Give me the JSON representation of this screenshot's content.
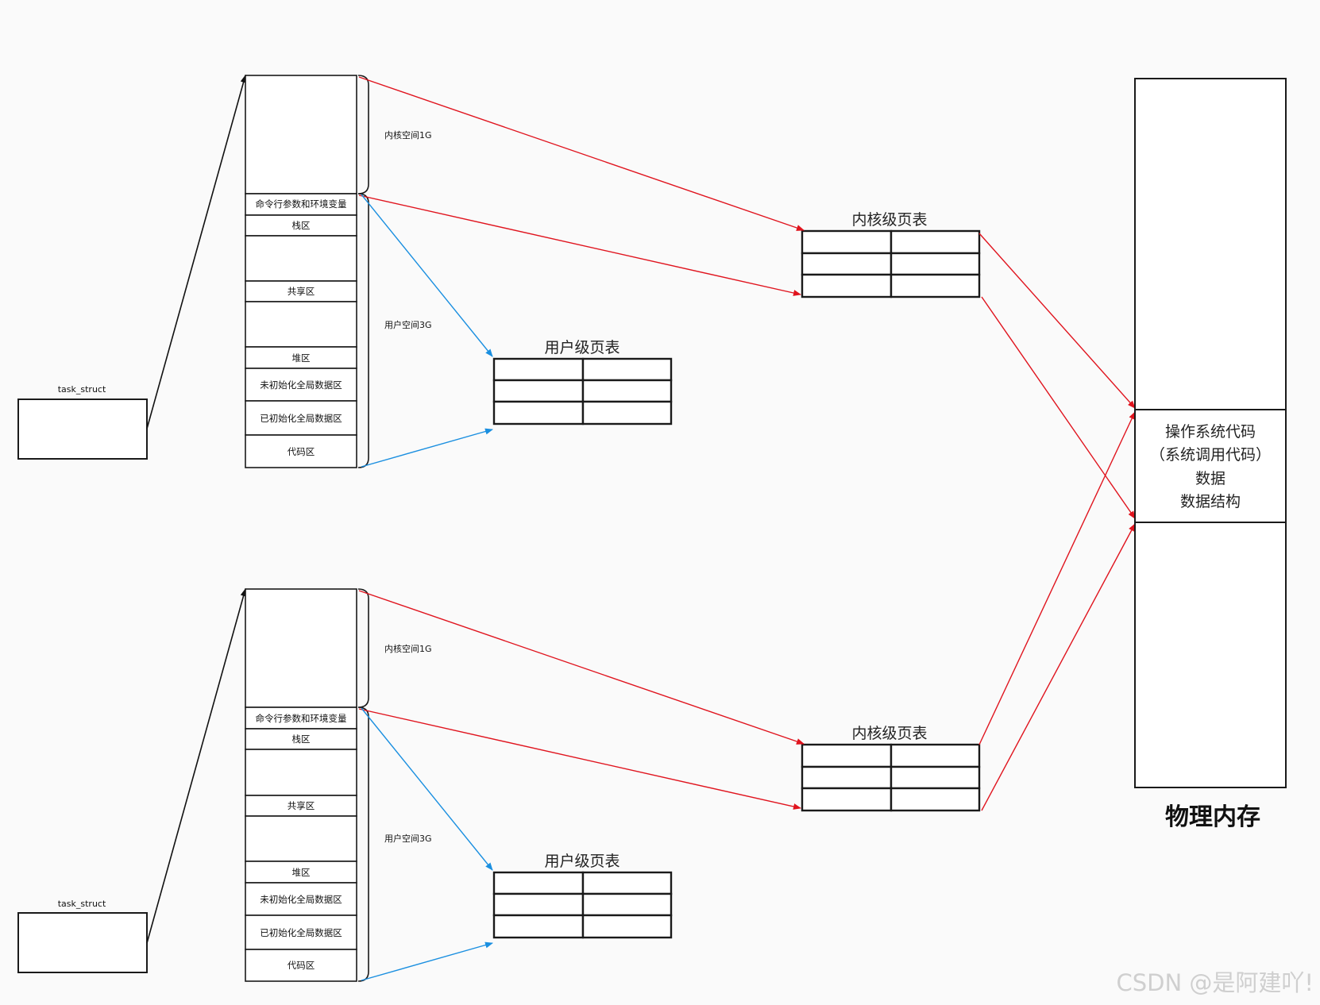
{
  "processes": [
    {
      "task_label": "task_struct",
      "kernel_space_label": "内核空间1G",
      "user_space_label": "用户空间3G",
      "segments": [
        "命令行参数和环境变量",
        "栈区",
        "共享区",
        "堆区",
        "未初始化全局数据区",
        "已初始化全局数据区",
        "代码区"
      ],
      "user_page_table_label": "用户级页表",
      "kernel_page_table_label": "内核级页表"
    },
    {
      "task_label": "task_struct",
      "kernel_space_label": "内核空间1G",
      "user_space_label": "用户空间3G",
      "segments": [
        "命令行参数和环境变量",
        "栈区",
        "共享区",
        "堆区",
        "未初始化全局数据区",
        "已初始化全局数据区",
        "代码区"
      ],
      "user_page_table_label": "用户级页表",
      "kernel_page_table_label": "内核级页表"
    }
  ],
  "physical_memory": {
    "title": "物理内存",
    "os_region_lines": [
      "操作系统代码",
      "（系统调用代码）",
      "数据",
      "数据结构"
    ]
  },
  "watermark": "CSDN @是阿建吖!",
  "colors": {
    "kernel_mapping": "#e0141e",
    "user_mapping": "#1a8fe0",
    "pointer": "#111111"
  }
}
